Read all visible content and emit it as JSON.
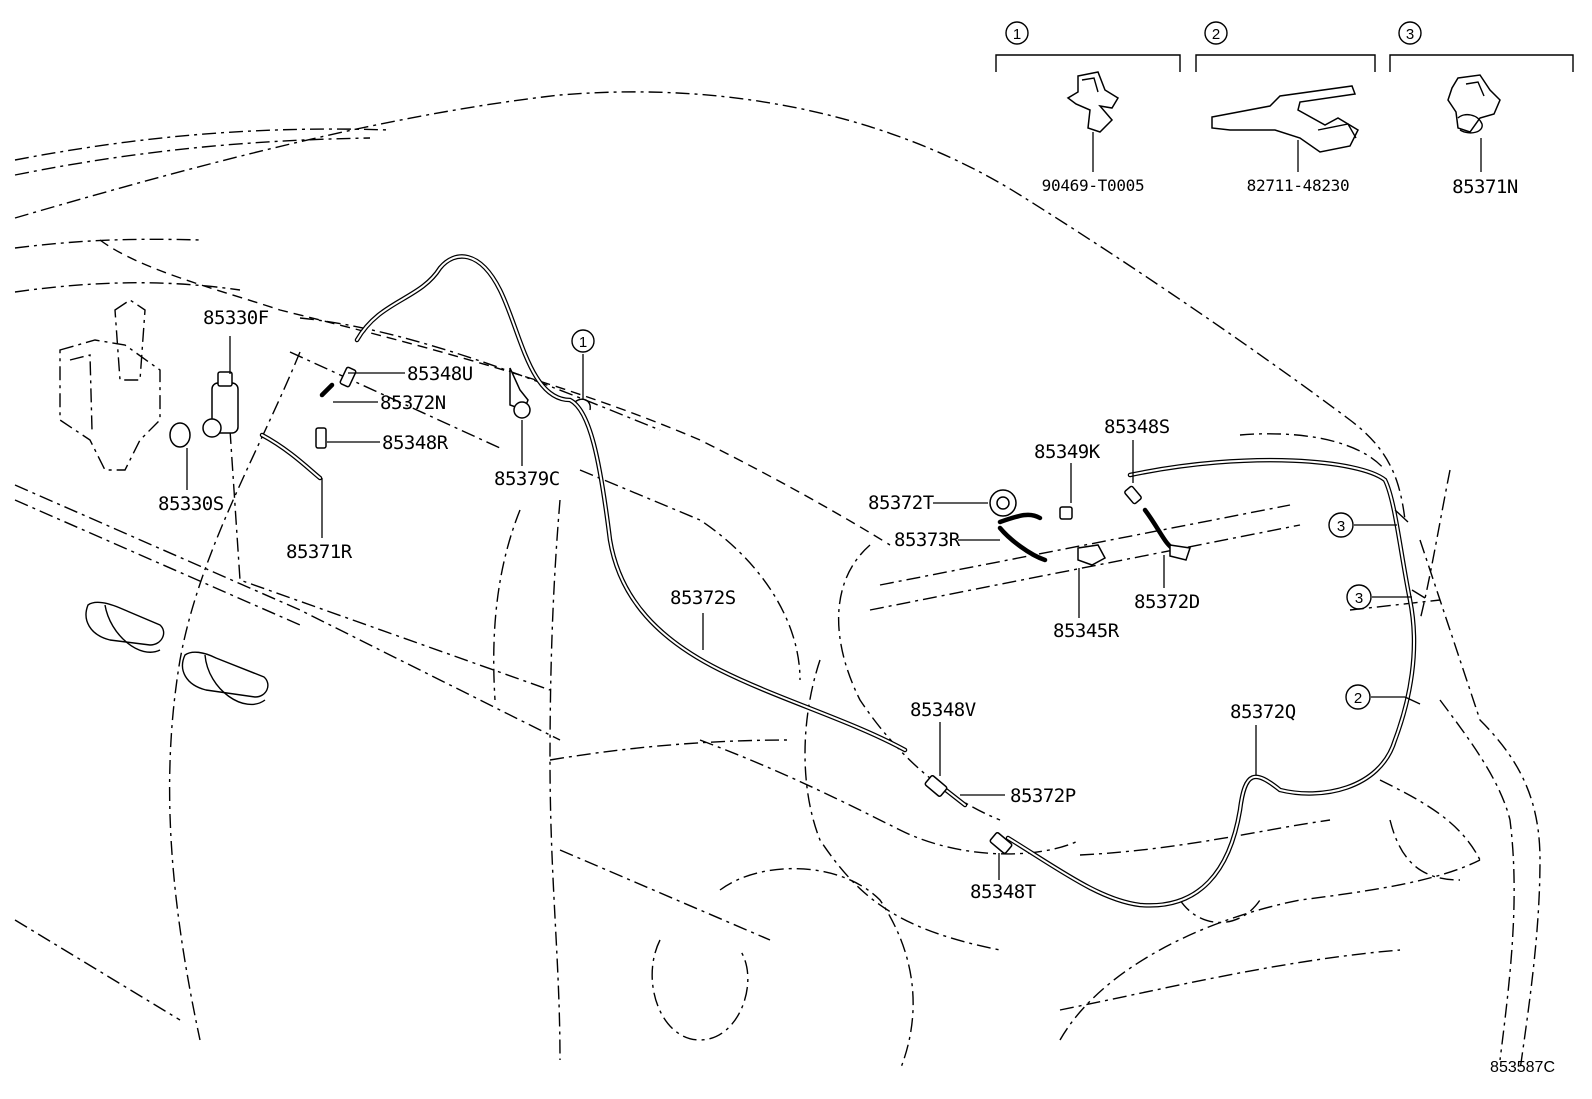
{
  "diagram": {
    "inset_callouts": [
      {
        "num": "1",
        "part": "90469-T0005"
      },
      {
        "num": "2",
        "part": "82711-48230"
      },
      {
        "num": "3",
        "part": "85371N"
      }
    ],
    "labels": {
      "p85330F": "85330F",
      "p85330S": "85330S",
      "p85371R": "85371R",
      "p85348U": "85348U",
      "p85372N": "85372N",
      "p85348R": "85348R",
      "p85379C": "85379C",
      "p85372S": "85372S",
      "p85348S": "85348S",
      "p85349K": "85349K",
      "p85372T": "85372T",
      "p85373R": "85373R",
      "p85372D": "85372D",
      "p85345R": "85345R",
      "p85348V": "85348V",
      "p85372P": "85372P",
      "p85348T": "85348T",
      "p85372Q": "85372Q"
    },
    "diagram_callouts": {
      "c1": "1",
      "c3a": "3",
      "c3b": "3",
      "c2": "2"
    },
    "figure_id": "853587C"
  }
}
